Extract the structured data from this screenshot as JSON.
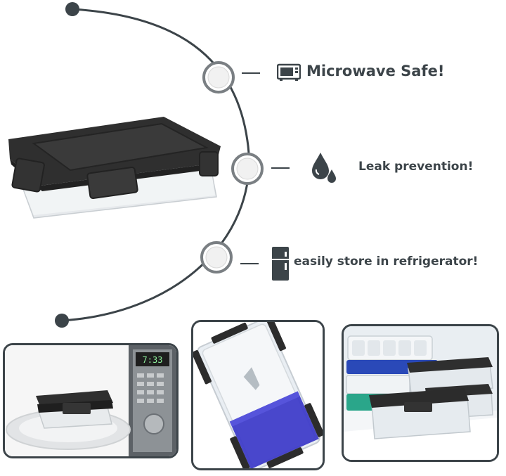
{
  "features": [
    {
      "label": "Microwave Safe!",
      "icon": "microwave-icon"
    },
    {
      "label": "Leak prevention!",
      "icon": "water-drops-icon"
    },
    {
      "label": "easily store in refrigerator!",
      "icon": "refrigerator-icon"
    }
  ],
  "colors": {
    "dark": "#3c4449",
    "lid": "#2f2f2f",
    "water": "#3a37c8",
    "tray_blue": "#2a49b8",
    "tray_teal": "#2aa68a"
  },
  "microwave_display": "7:33"
}
